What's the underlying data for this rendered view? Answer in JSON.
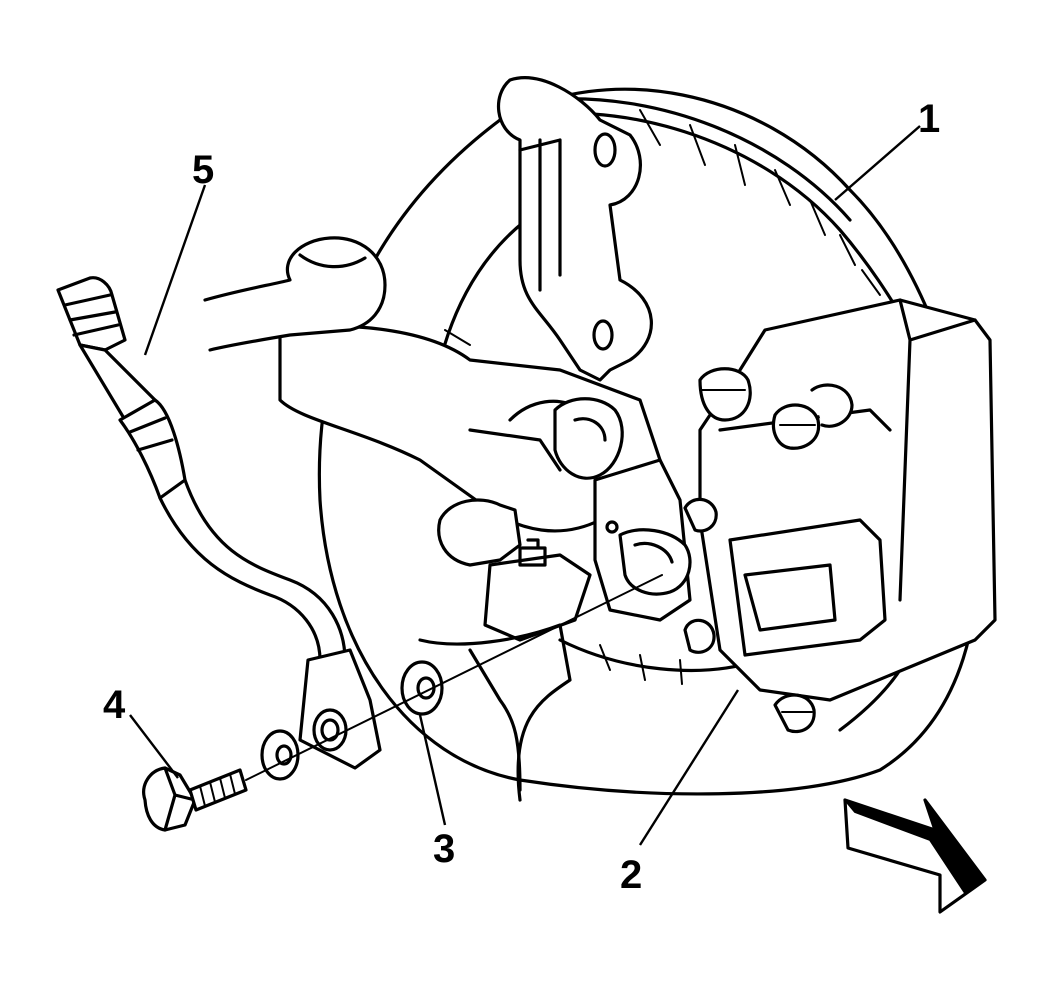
{
  "callouts": {
    "c1": "1",
    "c2": "2",
    "c3": "3",
    "c4": "4",
    "c5": "5"
  },
  "icons": {
    "view_arrow": "forward-direction-arrow-icon"
  },
  "colors": {
    "ink": "#000000",
    "paper": "#ffffff"
  }
}
